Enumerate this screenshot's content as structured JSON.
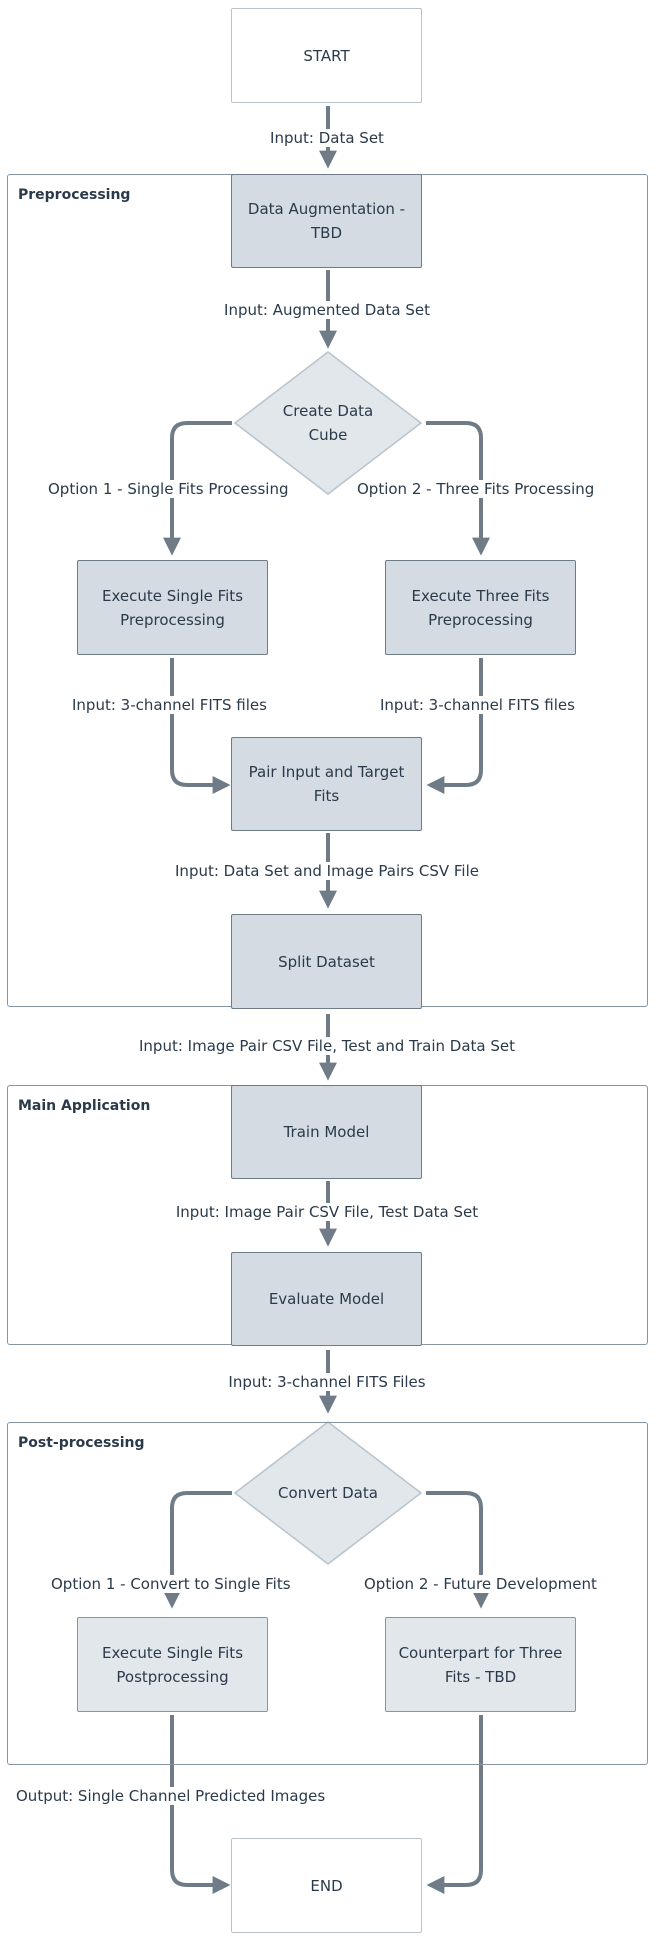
{
  "nodes": {
    "start": "START",
    "data_augmentation": "Data Augmentation - TBD",
    "create_data_cube": "Create Data Cube",
    "exec_single_pre": "Execute Single Fits Preprocessing",
    "exec_three_pre": "Execute Three Fits Preprocessing",
    "pair_input_target": "Pair Input and Target Fits",
    "split_dataset": "Split Dataset",
    "train_model": "Train Model",
    "evaluate_model": "Evaluate Model",
    "convert_data": "Convert Data",
    "exec_single_post": "Execute Single Fits Postprocessing",
    "counterpart_three": "Counterpart for Three Fits - TBD",
    "end": "END"
  },
  "groups": {
    "preprocessing": "Preprocessing",
    "main_application": "Main Application",
    "post_processing": "Post-processing"
  },
  "edges": {
    "input_data_set": "Input: Data Set",
    "input_augmented": "Input: Augmented Data Set",
    "option1_single": "Option 1 - Single Fits Processing",
    "option2_three": "Option 2 - Three Fits Processing",
    "input_3ch_left": "Input: 3-channel FITS files",
    "input_3ch_right": "Input: 3-channel FITS files",
    "input_pairs_csv": "Input: Data Set and Image Pairs CSV File",
    "input_test_train": "Input: Image Pair CSV File, Test and Train Data Set",
    "input_test": "Input: Image Pair CSV File, Test Data Set",
    "input_3ch_files": "Input: 3-channel FITS Files",
    "option1_convert": "Option 1 - Convert to Single Fits",
    "option2_future": "Option 2 - Future Development",
    "output_single": "Output: Single Channel Predicted Images"
  },
  "colors": {
    "connector": "#6f7c88",
    "box_fill": "#d4dbe2",
    "box_fill_light": "#e2e7ec",
    "border": "#8795a1"
  }
}
